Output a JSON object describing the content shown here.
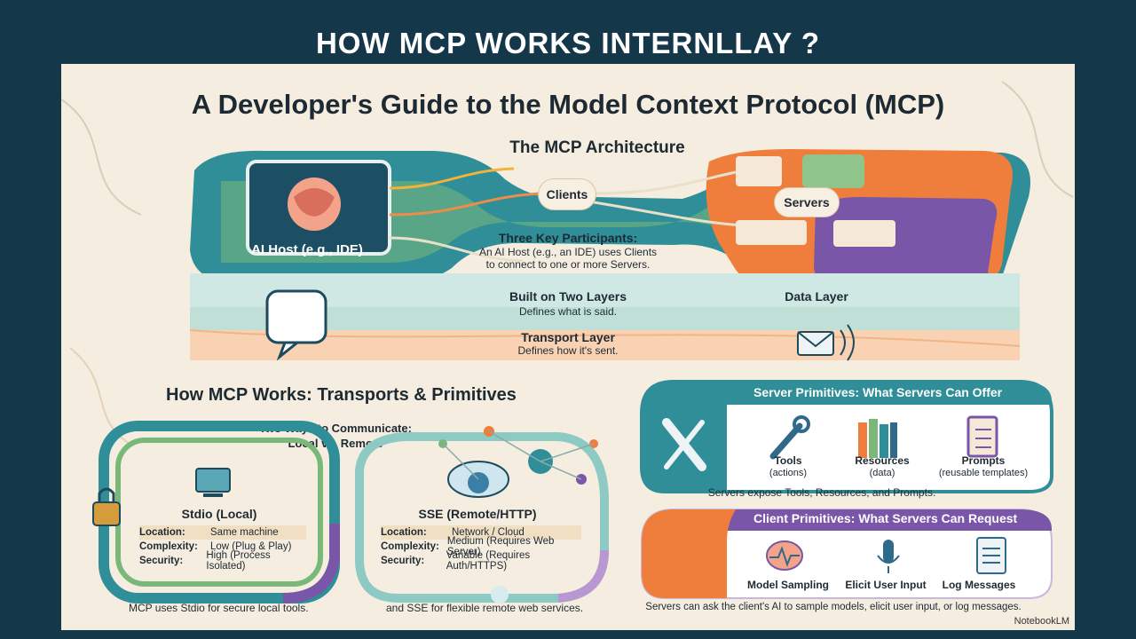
{
  "page_title": "HOW MCP WORKS INTERNLLAY ?",
  "main_title": "A Developer's Guide to the Model Context Protocol (MCP)",
  "architecture": {
    "title": "The MCP Architecture",
    "host_label": "AI Host (e.g., IDE)",
    "clients_label": "Clients",
    "servers_label": "Servers",
    "participants_title": "Three Key Participants:",
    "participants_line1": "An AI Host (e.g., an IDE) uses Clients",
    "participants_line2": "to connect to one or more Servers."
  },
  "layers": {
    "built_title": "Built on Two Layers",
    "data_desc": "Defines what is said.",
    "data_label": "Data Layer",
    "transport_title": "Transport Layer",
    "transport_desc": "Defines how it's sent."
  },
  "transports": {
    "section_title": "How MCP Works: Transports & Primitives",
    "two_ways_line1": "Two Ways to Communicate:",
    "two_ways_line2": "Local vs. Remote",
    "stdio": {
      "title": "Stdio (Local)",
      "rows": [
        {
          "key": "Location:",
          "value": "Same machine"
        },
        {
          "key": "Complexity:",
          "value": "Low (Plug & Play)"
        },
        {
          "key": "Security:",
          "value": "High (Process Isolated)"
        }
      ],
      "caption": "MCP uses Stdio for secure local tools."
    },
    "sse": {
      "title": "SSE (Remote/HTTP)",
      "rows": [
        {
          "key": "Location:",
          "value": "Network / Cloud"
        },
        {
          "key": "Complexity:",
          "value": "Medium (Requires Web Server)"
        },
        {
          "key": "Security:",
          "value": "Variable (Requires Auth/HTTPS)"
        }
      ],
      "caption": "and SSE for flexible remote web services."
    }
  },
  "server_primitives": {
    "title": "Server Primitives: What Servers Can Offer",
    "items": [
      {
        "label": "Tools",
        "sub": "(actions)"
      },
      {
        "label": "Resources",
        "sub": "(data)"
      },
      {
        "label": "Prompts",
        "sub": "(reusable templates)"
      }
    ],
    "caption": "Servers expose Tools, Resources, and Prompts."
  },
  "client_primitives": {
    "title": "Client Primitives: What Servers Can Request",
    "items": [
      {
        "label": "Model Sampling"
      },
      {
        "label": "Elicit User Input"
      },
      {
        "label": "Log Messages"
      }
    ],
    "caption": "Servers can ask the client's AI to sample models, elicit user input, or log messages."
  },
  "credit": "NotebookLM",
  "colors": {
    "background": "#14384a",
    "panel": "#f5ede0",
    "teal": "#2f8e97",
    "orange": "#ef7d3c",
    "purple": "#7a56a8",
    "green": "#7ab87a"
  }
}
